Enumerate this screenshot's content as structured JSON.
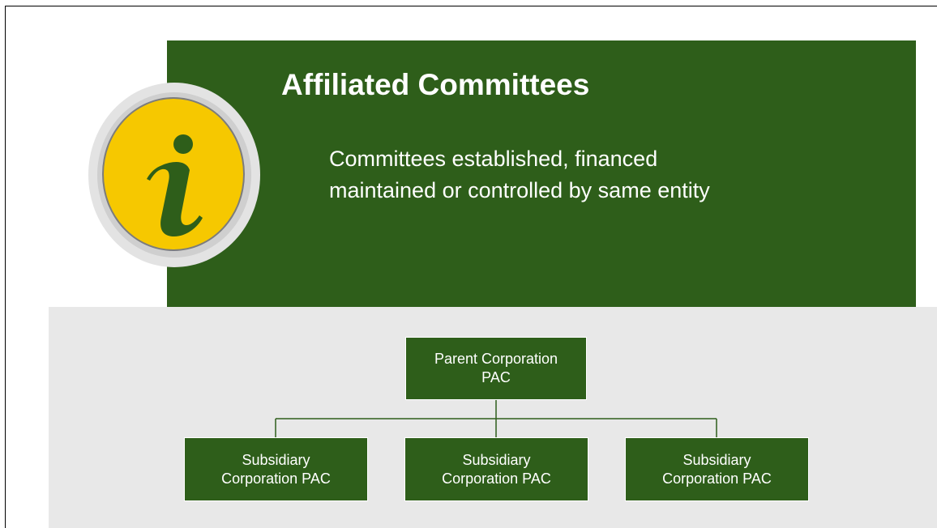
{
  "slide": {
    "title": "Affiliated Committees",
    "subtitle_lines": [
      "Committees established, financed",
      "maintained or controlled by same entity"
    ]
  },
  "info_icon": {
    "glyph": "i",
    "semantic": "info-icon",
    "colors": {
      "disc": "#f6c800",
      "glyph": "#2e5e1a",
      "ring": "#e3e3e3"
    }
  },
  "org_chart": {
    "parent": {
      "lines": [
        "Parent Corporation",
        "PAC"
      ]
    },
    "children": [
      {
        "lines": [
          "Subsidiary",
          "Corporation PAC"
        ]
      },
      {
        "lines": [
          "Subsidiary",
          "Corporation PAC"
        ]
      },
      {
        "lines": [
          "Subsidiary",
          "Corporation PAC"
        ]
      }
    ]
  },
  "colors": {
    "primary_green": "#2e5e1a",
    "panel_gray": "#e8e8e8",
    "text_light": "#ffffff",
    "connector": "#2e5e1a"
  }
}
